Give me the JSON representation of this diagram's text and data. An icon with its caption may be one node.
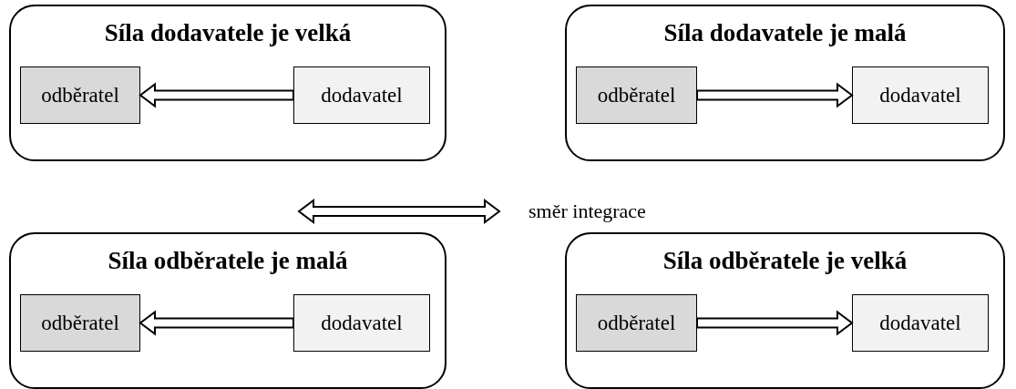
{
  "diagram": {
    "nodes": [
      {
        "text": [
          "Síla dodavatele je velká"
        ]
      },
      {
        "text": [
          "odběratel"
        ],
        "in": 0
      },
      {
        "text": [
          "dodavatel"
        ],
        "in": 0
      },
      {
        "text": [
          "Síla dodavatele je malá"
        ]
      },
      {
        "text": [
          "odběratel"
        ],
        "in": 3
      },
      {
        "text": [
          "dodavatel"
        ],
        "in": 3
      },
      {
        "text": [
          "Síla odběratele je malá"
        ]
      },
      {
        "text": [
          "odběratel"
        ],
        "in": 6
      },
      {
        "text": [
          "dodavatel"
        ],
        "in": 6
      },
      {
        "text": [
          "Síla odběratele je velká"
        ]
      },
      {
        "text": [
          "odběratel"
        ],
        "in": 9
      },
      {
        "text": [
          "dodavatel"
        ],
        "in": 9
      }
    ],
    "edges": [
      {
        "from": 2,
        "to": 1,
        "arrow": "to"
      },
      {
        "from": 4,
        "to": 5,
        "arrow": "to"
      },
      {
        "from": 8,
        "to": 7,
        "arrow": "to"
      },
      {
        "from": 10,
        "to": 11,
        "arrow": "to"
      }
    ],
    "labels": [
      "směr integrace"
    ]
  }
}
